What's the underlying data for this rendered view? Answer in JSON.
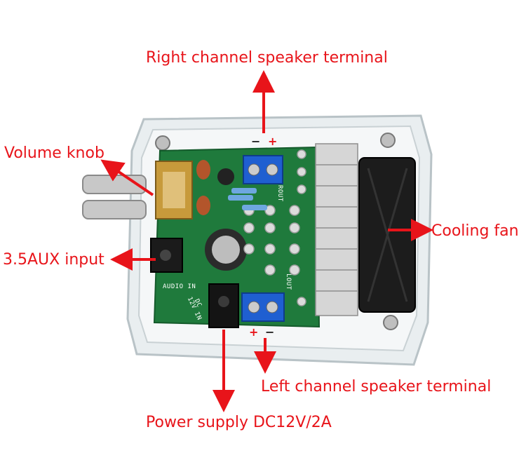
{
  "labels": {
    "right_channel": "Right channel speaker terminal",
    "volume": "Volume knob",
    "aux": "3.5AUX input",
    "fan": "Cooling fan",
    "left_channel": "Left channel speaker terminal",
    "power": "Power supply DC12V/2A"
  },
  "polarity": {
    "right_minus": "−",
    "right_plus": "+",
    "left_plus": "+",
    "left_minus": "−"
  },
  "board_silk": {
    "rout": "ROUT",
    "lout": "LOUT",
    "audio_in": "AUDIO IN",
    "dc_in_1": "DC",
    "dc_in_2": "12V IN"
  },
  "colors": {
    "label": "#e8141a",
    "arrow": "#e8141a",
    "pcb": "#1f7a3c",
    "terminal": "#1f5fd1"
  }
}
